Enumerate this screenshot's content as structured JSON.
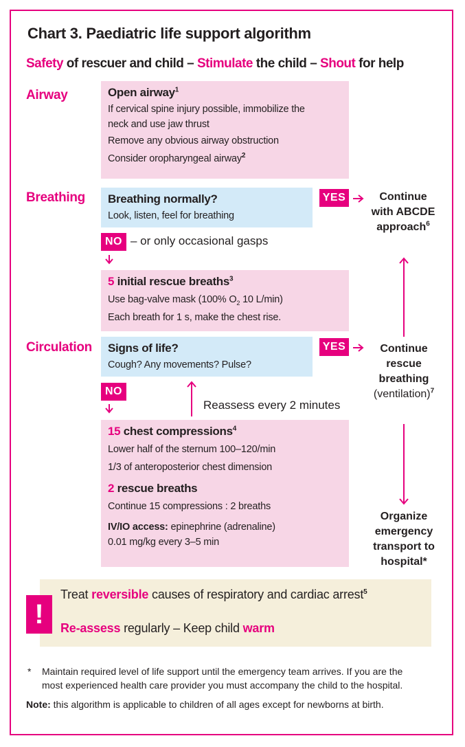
{
  "title": "Chart 3. Paediatric life support algorithm",
  "safety": {
    "w1": "Safety",
    "t1": " of rescuer and child – ",
    "w2": "Stimulate",
    "t2": " the child – ",
    "w3": "Shout",
    "t3": " for help"
  },
  "airway": {
    "section": "Airway",
    "heading": "Open airway",
    "heading_sup": "1",
    "lines": [
      "If cervical spine injury possible, immobilize the",
      "neck and use jaw thrust",
      "Remove any obvious airway obstruction"
    ],
    "last_line": "Consider oropharyngeal airway",
    "last_sup": "2"
  },
  "breathing": {
    "section": "Breathing",
    "heading": "Breathing normally?",
    "line": "Look, listen, feel for breathing",
    "yes": "YES",
    "no": "NO",
    "no_text": "– or only occasional gasps",
    "right1": "Continue",
    "right2": "with ABCDE",
    "right3": "approach",
    "right3_sup": "6"
  },
  "rescue": {
    "num": "5",
    "heading": " initial rescue breaths",
    "sup": "3",
    "line1a": "Use bag-valve mask (100% O",
    "line1sub": "2",
    "line1b": " 10 L/min)",
    "line2": "Each breath for 1 s, make the chest rise."
  },
  "circulation": {
    "section": "Circulation",
    "heading": "Signs of life?",
    "line": "Cough? Any movements? Pulse?",
    "yes": "YES",
    "no": "NO",
    "reassess": "Reassess every 2 minutes",
    "right1": "Continue",
    "right2": "rescue",
    "right3": "breathing",
    "right4": "(ventilation)",
    "right4_sup": "7",
    "transport1": "Organize",
    "transport2": "emergency",
    "transport3": "transport to",
    "transport4": "hospital*"
  },
  "compressions": {
    "num": "15",
    "heading": " chest compressions",
    "sup": "4",
    "line1": "Lower half of the sternum 100–120/min",
    "line2": "1/3 of anteroposterior chest dimension",
    "num2": "2",
    "heading2": " rescue breaths",
    "line3": "Continue 15 compressions : 2 breaths",
    "iv_bold": "IV/IO access:",
    "iv_text": " epinephrine (adrenaline)",
    "line4": "0.01 mg/kg every 3–5 min"
  },
  "treat": {
    "alert": "!",
    "a1": "Treat ",
    "a2": "reversible",
    "a3": " causes of respiratory and cardiac arrest",
    "a_sup": "5",
    "b1": "Re-assess",
    "b2": " regularly – Keep child ",
    "b3": "warm"
  },
  "footnote": {
    "star": "*",
    "text1": "Maintain required level of life support until the emergency team arrives. If you are the",
    "text2": "most experienced health care provider you must accompany the child to the hospital.",
    "note_bold": "Note:",
    "note_text": " this algorithm is applicable to children of all ages except for newborns at birth."
  },
  "colors": {
    "accent": "#e6007e",
    "pink_box": "#f7d6e6",
    "blue_box": "#d3eaf8",
    "treat_box": "#f5efdb"
  }
}
